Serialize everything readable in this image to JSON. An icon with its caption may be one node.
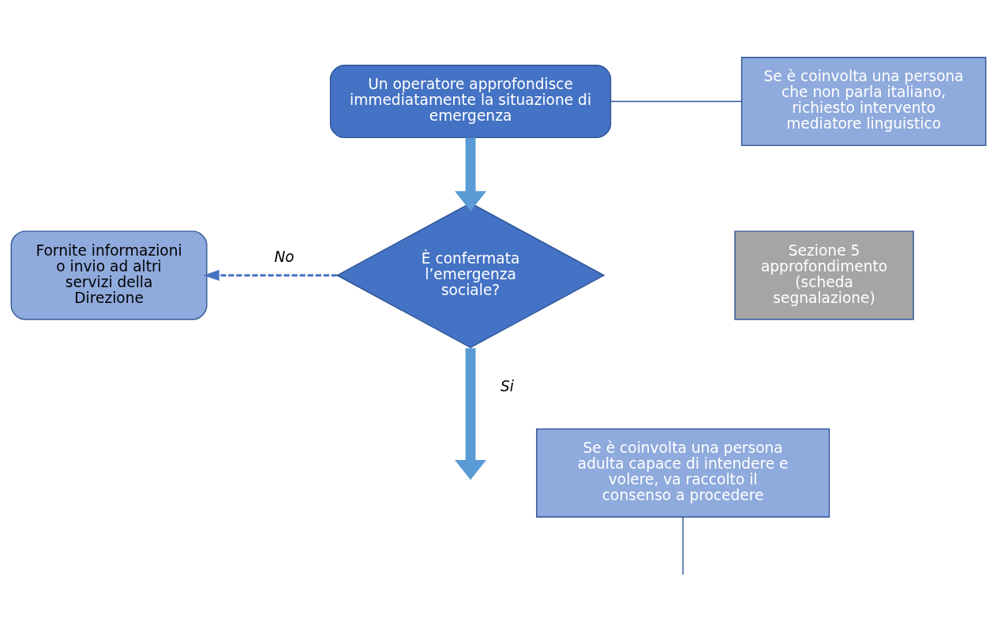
{
  "diagram": {
    "nodes": [
      {
        "text": [
          "Un operatore approfondisce immediatamente la situazione di emergenza"
        ]
      },
      {
        "text": [
          "Se è coinvolta una persona che non parla italiano, richiesto intervento mediatore linguistico"
        ]
      },
      {
        "text": [
          "È confermata l’emergenza sociale?"
        ]
      },
      {
        "text": [
          "Fornite informazioni o invio ad altri servizi della Direzione"
        ]
      },
      {
        "text": [
          "Sezione 5 approfondimento (scheda segnalazione)"
        ]
      },
      {
        "text": [
          "Se è coinvolta una persona adulta capace di intendere e volere, va raccolto il consenso a procedere"
        ]
      }
    ],
    "edges": [
      {
        "from": 1,
        "to": 0,
        "arrow": "none",
        "color": "#2f5597"
      },
      {
        "from": 0,
        "to": 2,
        "arrow": "to",
        "style": "thick",
        "color": "#5b9bd5"
      },
      {
        "from": 2,
        "to": 3,
        "arrow": "to",
        "label": "No",
        "style": "dashed",
        "color": "#4472c4"
      },
      {
        "from": 2,
        "to": null,
        "arrow": "to",
        "label": "Si",
        "style": "thick",
        "color": "#5b9bd5"
      },
      {
        "from": 5,
        "to": null,
        "arrow": "none",
        "color": "#2f5597"
      }
    ]
  }
}
